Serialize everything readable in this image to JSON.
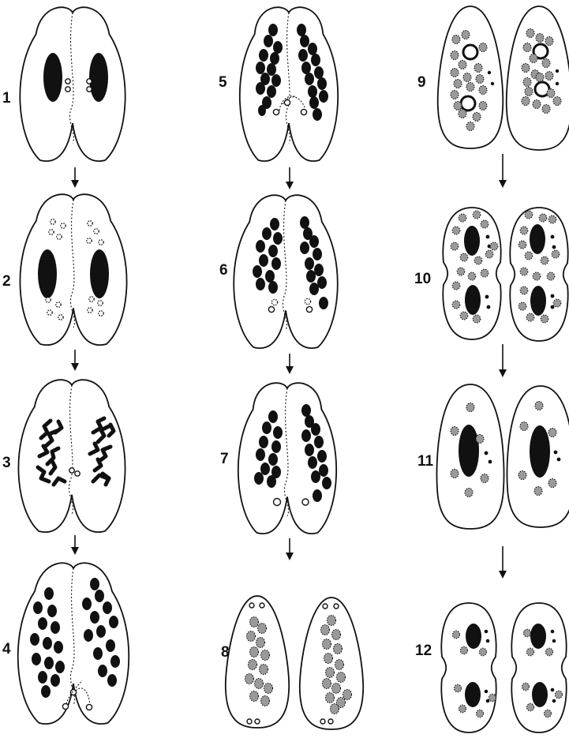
{
  "figure": {
    "stages": [
      {
        "label": "1",
        "kind": "conjugant"
      },
      {
        "label": "2",
        "kind": "conjugant"
      },
      {
        "label": "3",
        "kind": "conjugant"
      },
      {
        "label": "4",
        "kind": "conjugant"
      },
      {
        "label": "5",
        "kind": "conjugant"
      },
      {
        "label": "6",
        "kind": "conjugant"
      },
      {
        "label": "7",
        "kind": "conjugant"
      },
      {
        "label": "8",
        "kind": "exconjugants"
      },
      {
        "label": "9",
        "kind": "exconjugants"
      },
      {
        "label": "10",
        "kind": "dividing"
      },
      {
        "label": "11",
        "kind": "exconjugants"
      },
      {
        "label": "12",
        "kind": "dividing"
      }
    ],
    "arrows": [
      {
        "from": "1",
        "to": "2"
      },
      {
        "from": "2",
        "to": "3"
      },
      {
        "from": "3",
        "to": "4"
      },
      {
        "from": "5",
        "to": "6"
      },
      {
        "from": "6",
        "to": "7"
      },
      {
        "from": "7",
        "to": "8"
      },
      {
        "from": "9",
        "to": "10"
      },
      {
        "from": "10",
        "to": "11"
      },
      {
        "from": "11",
        "to": "12"
      }
    ],
    "colors": {
      "ink": "#111111",
      "grey_fill": "#9a9a9a",
      "background": "#ffffff"
    }
  }
}
